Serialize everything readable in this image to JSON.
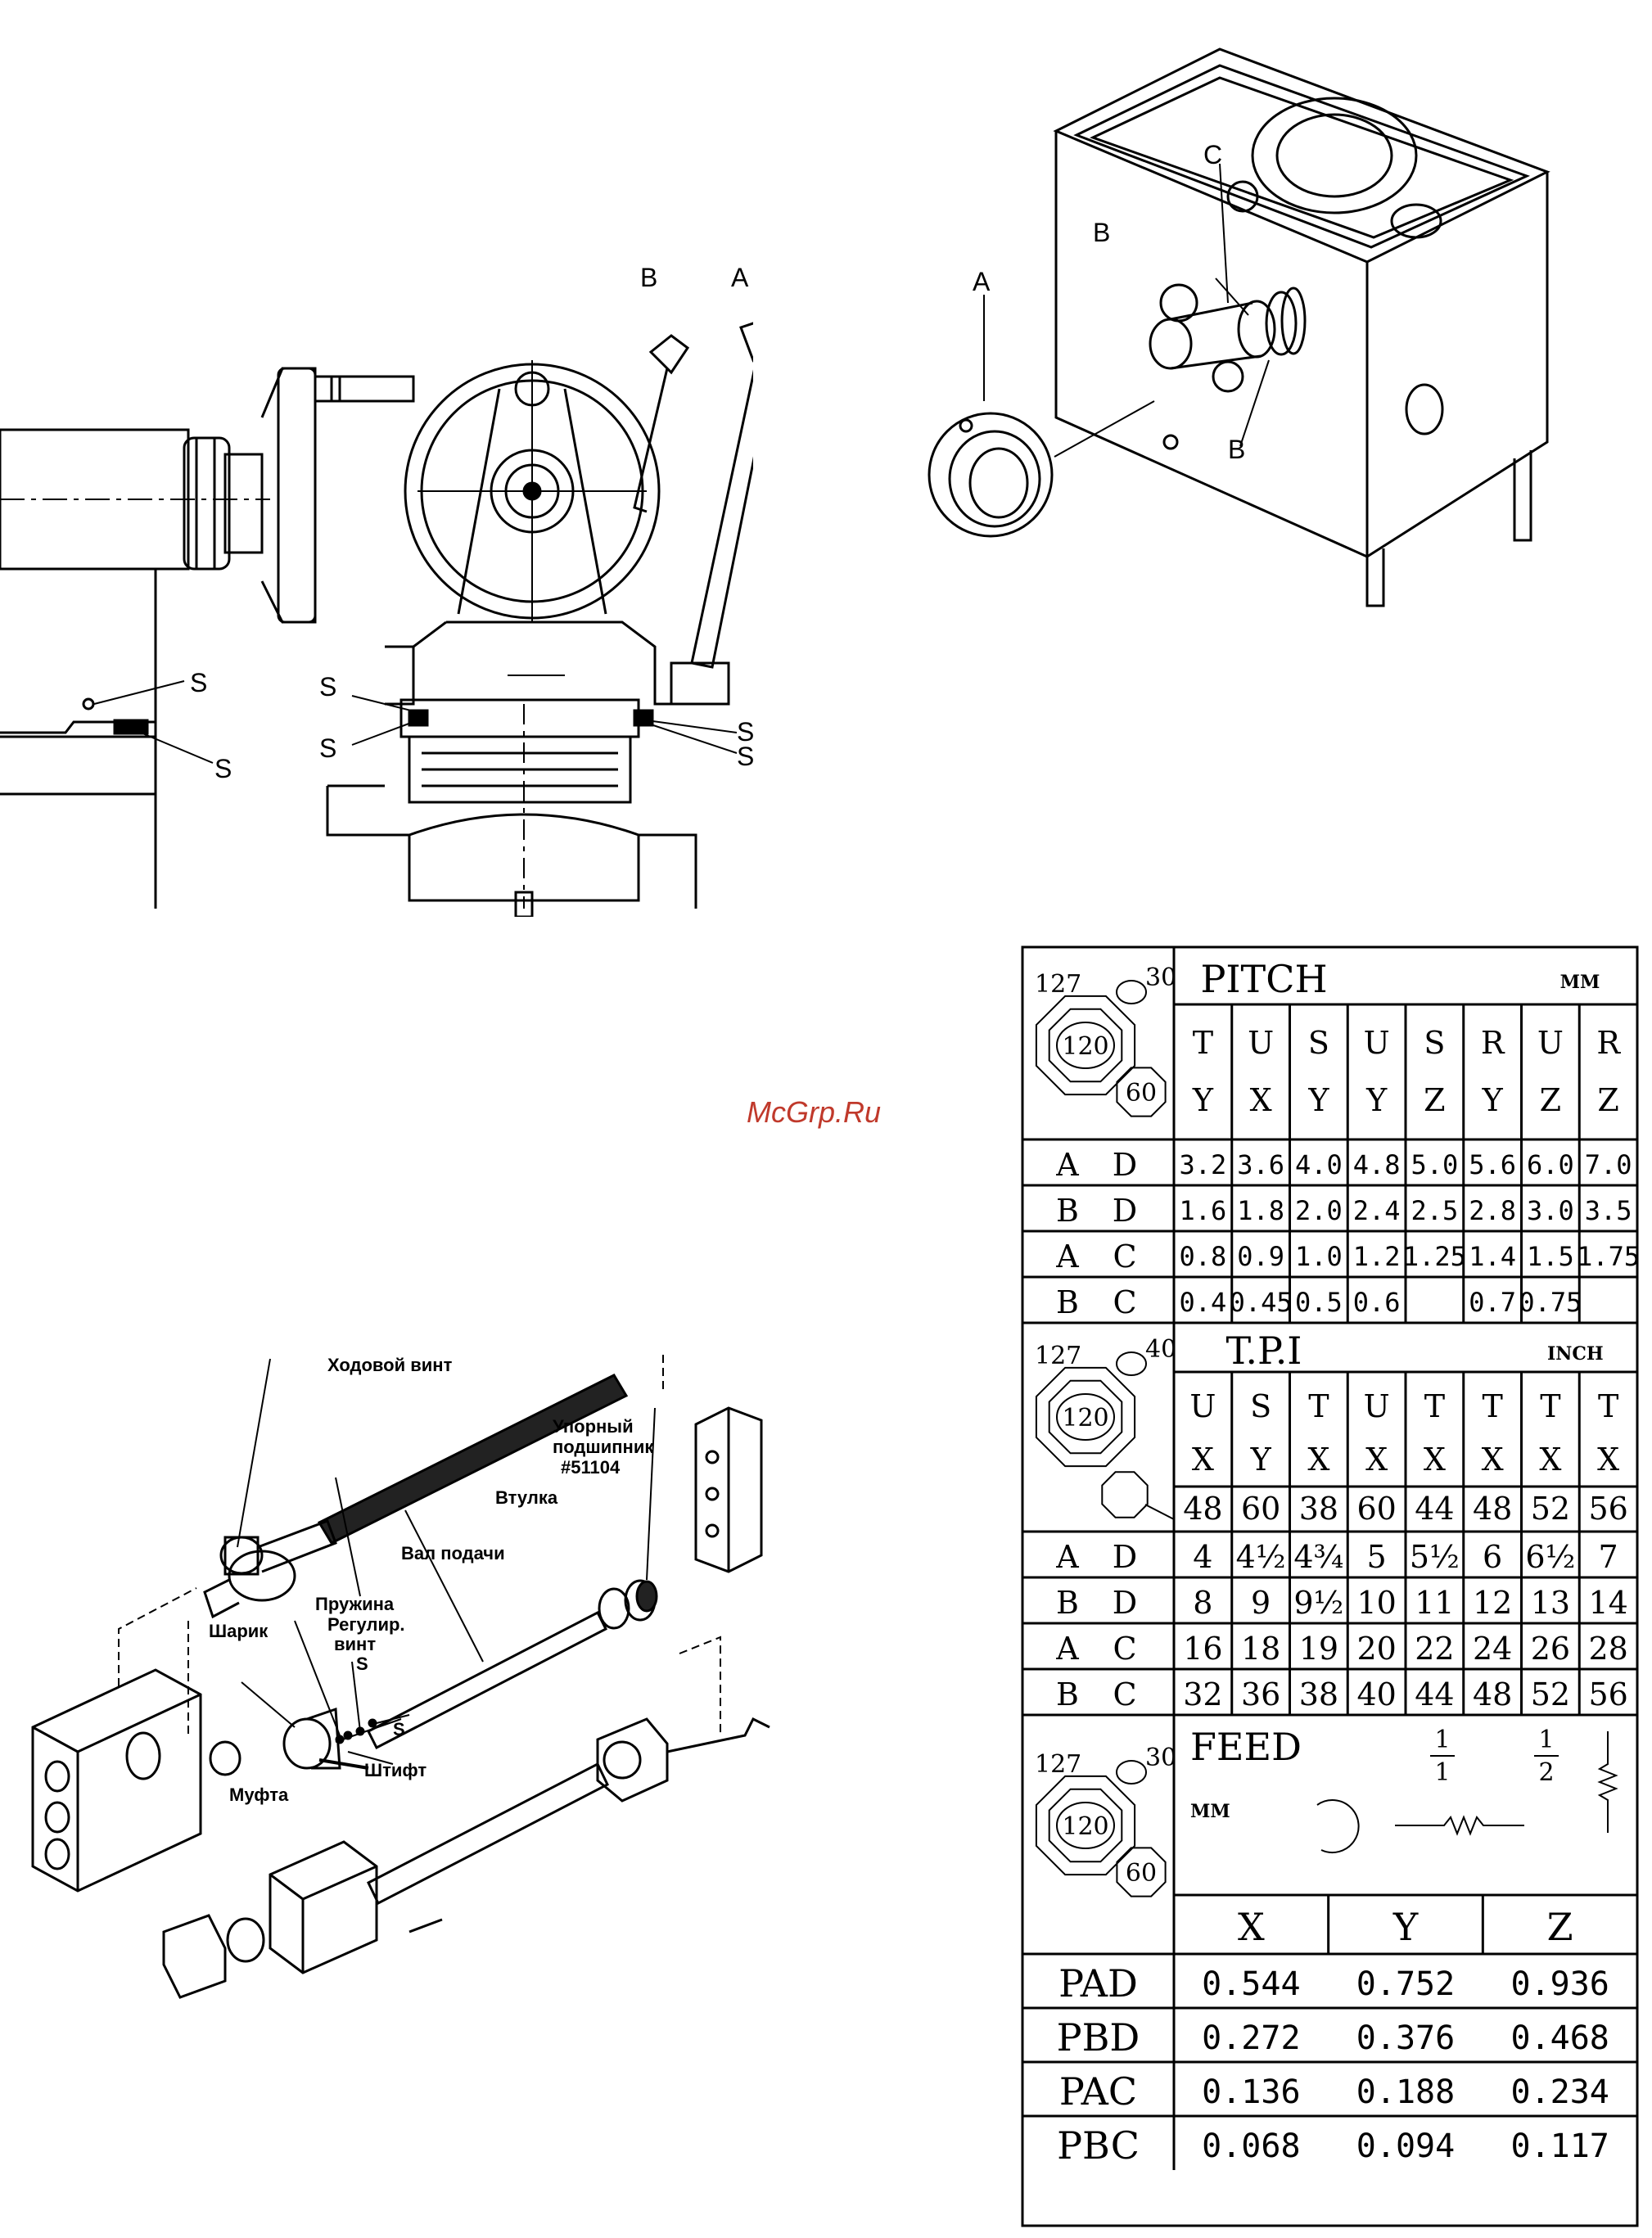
{
  "watermark": "McGrp.Ru",
  "figure1": {
    "labels": {
      "b": "B",
      "a": "A",
      "s": "S"
    }
  },
  "figure2": {
    "labels": {
      "a": "A",
      "b": "B",
      "c": "C"
    }
  },
  "figure3": {
    "labels": {
      "lead_screw": "Ходовой винт",
      "thrust_bearing_1": "Упорный",
      "thrust_bearing_2": "подшипник",
      "thrust_bearing_3": "#51104",
      "bushing": "Втулка",
      "feed_shaft": "Вал подачи",
      "spring": "Пружина",
      "ball": "Шарик",
      "adj_screw_1": "Регулир.",
      "adj_screw_2": "винт",
      "s": "S",
      "pin": "Штифт",
      "coupling": "Муфта"
    }
  },
  "table": {
    "pitch": {
      "gears": {
        "g127": "127",
        "g30": "30",
        "g120": "120",
        "g60": "60"
      },
      "title": "PITCH",
      "unit": "MM",
      "col_top": [
        "T",
        "U",
        "S",
        "U",
        "S",
        "R",
        "U",
        "R"
      ],
      "col_bottom": [
        "Y",
        "X",
        "Y",
        "Y",
        "Z",
        "Y",
        "Z",
        "Z"
      ],
      "rows": [
        {
          "a": "A",
          "b": "D",
          "values": [
            "3.2",
            "3.6",
            "4.0",
            "4.8",
            "5.0",
            "5.6",
            "6.0",
            "7.0"
          ]
        },
        {
          "a": "B",
          "b": "D",
          "values": [
            "1.6",
            "1.8",
            "2.0",
            "2.4",
            "2.5",
            "2.8",
            "3.0",
            "3.5"
          ]
        },
        {
          "a": "A",
          "b": "C",
          "values": [
            "0.8",
            "0.9",
            "1.0",
            "1.2",
            "1.25",
            "1.4",
            "1.5",
            "1.75"
          ]
        },
        {
          "a": "B",
          "b": "C",
          "values": [
            "0.4",
            "0.45",
            "0.5",
            "0.6",
            "",
            "0.7",
            "0.75",
            ""
          ]
        }
      ]
    },
    "tpi": {
      "gears": {
        "g127": "127",
        "g40": "40",
        "g120": "120"
      },
      "title": "T.P.I",
      "unit": "INCH",
      "col_top": [
        "U",
        "S",
        "T",
        "U",
        "T",
        "T",
        "T",
        "T"
      ],
      "col_bottom": [
        "X",
        "Y",
        "X",
        "X",
        "X",
        "X",
        "X",
        "X"
      ],
      "col_teeth": [
        "48",
        "60",
        "38",
        "60",
        "44",
        "48",
        "52",
        "56"
      ],
      "rows": [
        {
          "a": "A",
          "b": "D",
          "values": [
            "4",
            "4½",
            "4¾",
            "5",
            "5½",
            "6",
            "6½",
            "7"
          ]
        },
        {
          "a": "B",
          "b": "D",
          "values": [
            "8",
            "9",
            "9½",
            "10",
            "11",
            "12",
            "13",
            "14"
          ]
        },
        {
          "a": "A",
          "b": "C",
          "values": [
            "16",
            "18",
            "19",
            "20",
            "22",
            "24",
            "26",
            "28"
          ]
        },
        {
          "a": "B",
          "b": "C",
          "values": [
            "32",
            "36",
            "38",
            "40",
            "44",
            "48",
            "52",
            "56"
          ]
        }
      ]
    },
    "feed": {
      "gears": {
        "g127": "127",
        "g30": "30",
        "g120": "120",
        "g60": "60"
      },
      "title": "FEED",
      "unit": "MM",
      "ratio1_num": "1",
      "ratio1_den": "1",
      "ratio2_num": "1",
      "ratio2_den": "2",
      "columns": [
        "X",
        "Y",
        "Z"
      ],
      "rows": [
        {
          "label": "PAD",
          "values": [
            "0.544",
            "0.752",
            "0.936"
          ]
        },
        {
          "label": "PBD",
          "values": [
            "0.272",
            "0.376",
            "0.468"
          ]
        },
        {
          "label": "PAC",
          "values": [
            "0.136",
            "0.188",
            "0.234"
          ]
        },
        {
          "label": "PBC",
          "values": [
            "0.068",
            "0.094",
            "0.117"
          ]
        }
      ]
    }
  }
}
